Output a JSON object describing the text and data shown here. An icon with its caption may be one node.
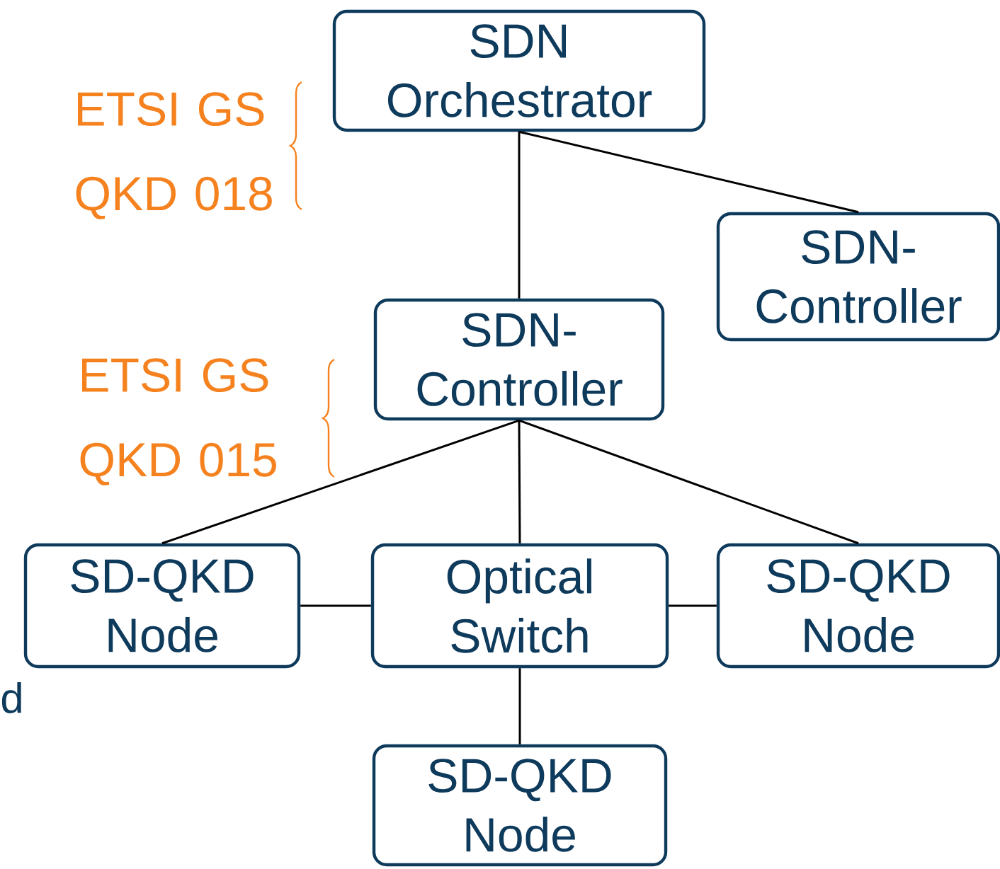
{
  "diagram": {
    "nodes": [
      {
        "text": [
          "SDN Orchestrator"
        ]
      },
      {
        "text": [
          "SDN-Controller"
        ]
      },
      {
        "text": [
          "SDN-Controller"
        ]
      },
      {
        "text": [
          "SD-QKD Node"
        ]
      },
      {
        "text": [
          "Optical Switch"
        ]
      },
      {
        "text": [
          "SD-QKD Node"
        ]
      },
      {
        "text": [
          "SD-QKD Node"
        ]
      }
    ],
    "edges": [
      {
        "from": 0,
        "to": 2,
        "arrow": "none"
      },
      {
        "from": 0,
        "to": 1,
        "arrow": "none"
      },
      {
        "from": 2,
        "to": 3,
        "arrow": "none"
      },
      {
        "from": 2,
        "to": 4,
        "arrow": "none"
      },
      {
        "from": 2,
        "to": 5,
        "arrow": "none"
      },
      {
        "from": 3,
        "to": 4,
        "arrow": "none"
      },
      {
        "from": 4,
        "to": 5,
        "arrow": "none"
      },
      {
        "from": 4,
        "to": 6,
        "arrow": "none"
      }
    ],
    "labels": [
      "ETSI GS QKD 018",
      "ETSI GS QKD 015",
      "d"
    ]
  }
}
